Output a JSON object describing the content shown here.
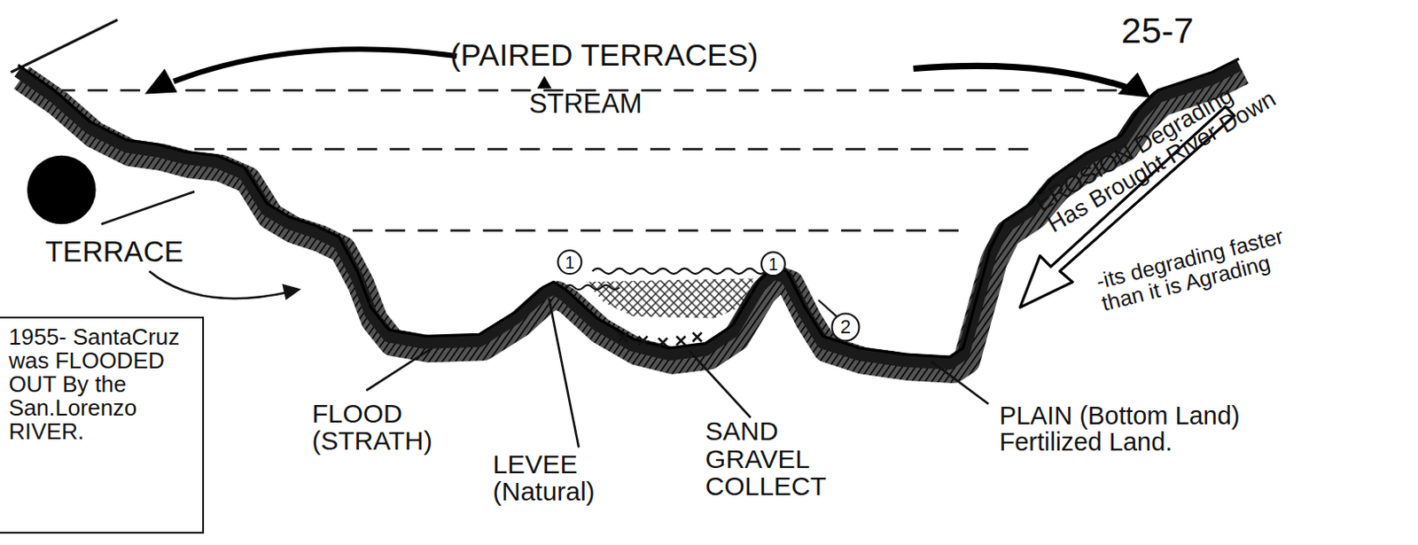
{
  "diagram": {
    "nodes": [
      {
        "text": [
          "1955- SantaCruz was FLOODED OUT By the San.Lorenzo RIVER."
        ]
      }
    ],
    "labels": [
      "25-7",
      "(PAIRED TERRACES)",
      "STREAM",
      "TERRACE",
      "1",
      "1",
      "2",
      "FLOOD (STRATH)",
      "LEVEE (Natural)",
      "SAND GRAVEL COLLECT",
      "PLAIN (Bottom Land) Fertilized Land.",
      "EROSION Degrading Has Brought River Down",
      "-its degrading faster than it is Agrading"
    ]
  }
}
